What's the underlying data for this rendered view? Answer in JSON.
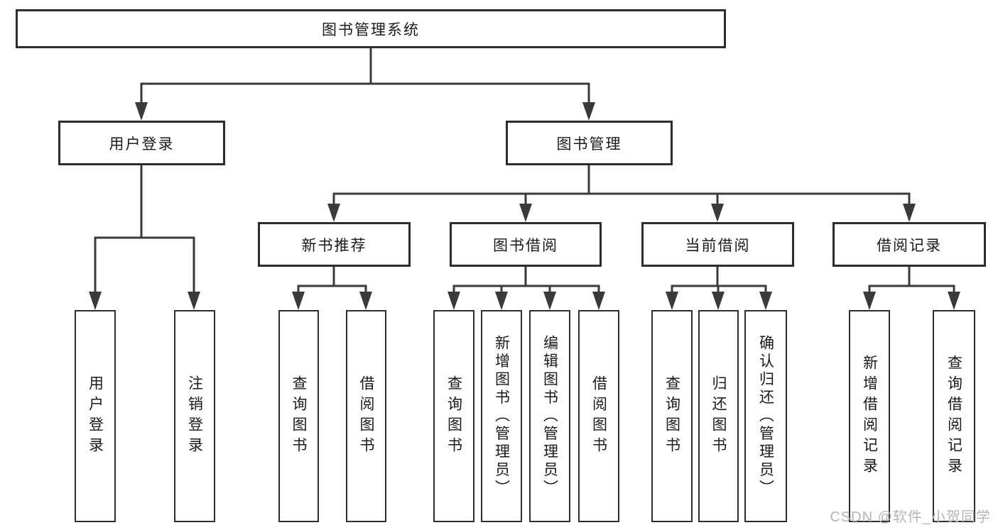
{
  "diagram": {
    "title": "图书管理系统",
    "root": {
      "label": "图书管理系统"
    },
    "level2": [
      {
        "label": "用户登录"
      },
      {
        "label": "图书管理"
      }
    ],
    "level3": [
      {
        "label": "新书推荐"
      },
      {
        "label": "图书借阅"
      },
      {
        "label": "当前借阅"
      },
      {
        "label": "借阅记录"
      }
    ],
    "leaves": {
      "user_login": [
        "用户登录",
        "注销登录"
      ],
      "new_book_recommend": [
        "查询图书",
        "借阅图书"
      ],
      "book_borrowing": [
        "查询图书",
        "新增图书（管理员）",
        "编辑图书（管理员）",
        "借阅图书"
      ],
      "current_borrowing": [
        "查询图书",
        "归还图书",
        "确认归还（管理员）"
      ],
      "borrowing_records": [
        "新增借阅记录",
        "查询借阅记录"
      ]
    },
    "colors": {
      "line": "#3a3a3a",
      "box_border": "#2d2d2d",
      "text": "#1a1a1a",
      "background": "#ffffff",
      "watermark": "#b4b4b4"
    }
  },
  "watermark": {
    "text": "CSDN @软件_小贺同学"
  }
}
